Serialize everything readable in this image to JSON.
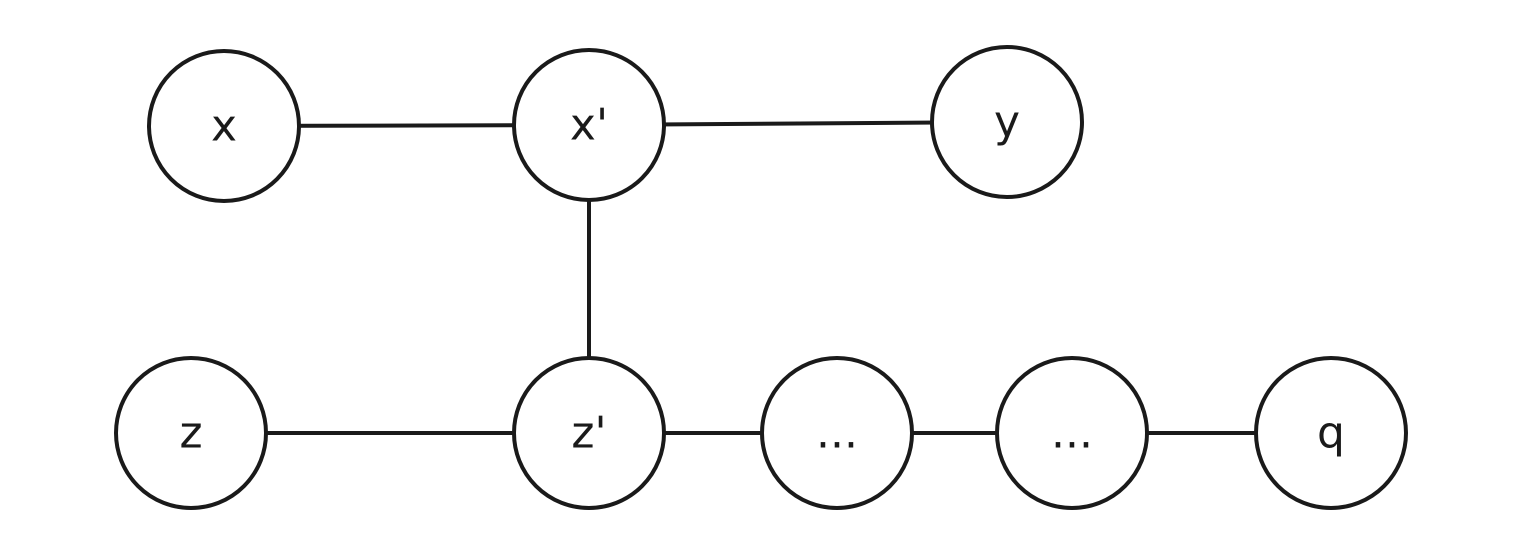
{
  "diagram": {
    "nodes": [
      {
        "id": "x",
        "label": "x"
      },
      {
        "id": "xp",
        "label": "x'"
      },
      {
        "id": "y",
        "label": "y"
      },
      {
        "id": "z",
        "label": "z"
      },
      {
        "id": "zp",
        "label": "z'"
      },
      {
        "id": "d1",
        "label": "..."
      },
      {
        "id": "d2",
        "label": "..."
      },
      {
        "id": "q",
        "label": "q"
      }
    ],
    "edges": [
      {
        "from": "x",
        "to": "xp"
      },
      {
        "from": "xp",
        "to": "y"
      },
      {
        "from": "xp",
        "to": "zp"
      },
      {
        "from": "z",
        "to": "zp"
      },
      {
        "from": "zp",
        "to": "d1"
      },
      {
        "from": "d1",
        "to": "d2"
      },
      {
        "from": "d2",
        "to": "q"
      }
    ],
    "colors": {
      "stroke": "#1a1a1a",
      "fill": "#ffffff"
    }
  }
}
